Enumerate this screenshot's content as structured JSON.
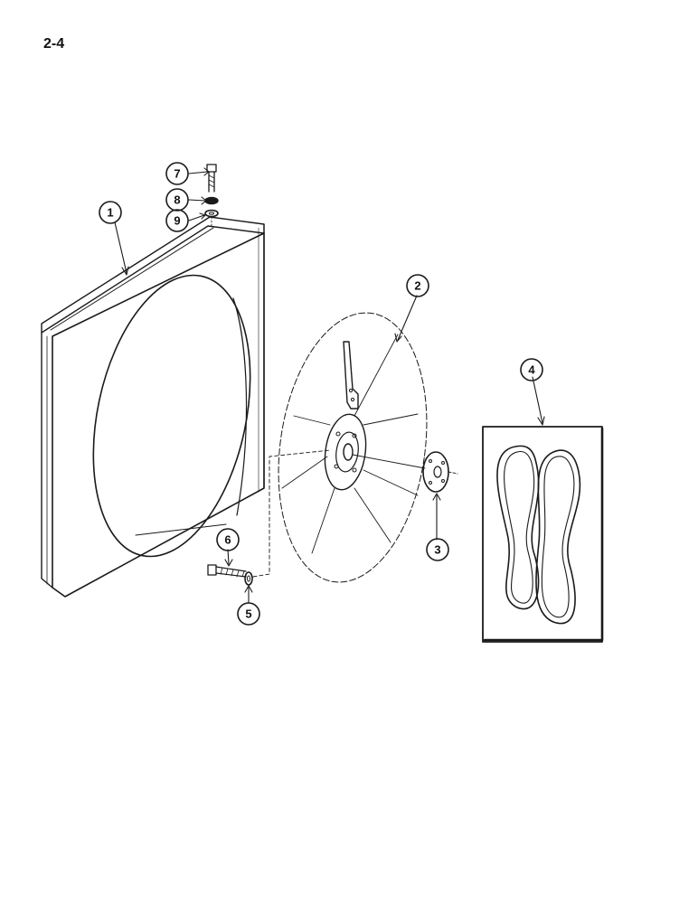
{
  "page": {
    "number": "2-4"
  },
  "callouts": {
    "c1": "1",
    "c2": "2",
    "c3": "3",
    "c4": "4",
    "c5": "5",
    "c6": "6",
    "c7": "7",
    "c8": "8",
    "c9": "9"
  },
  "colors": {
    "line": "#1a1a1a",
    "background": "#ffffff"
  }
}
